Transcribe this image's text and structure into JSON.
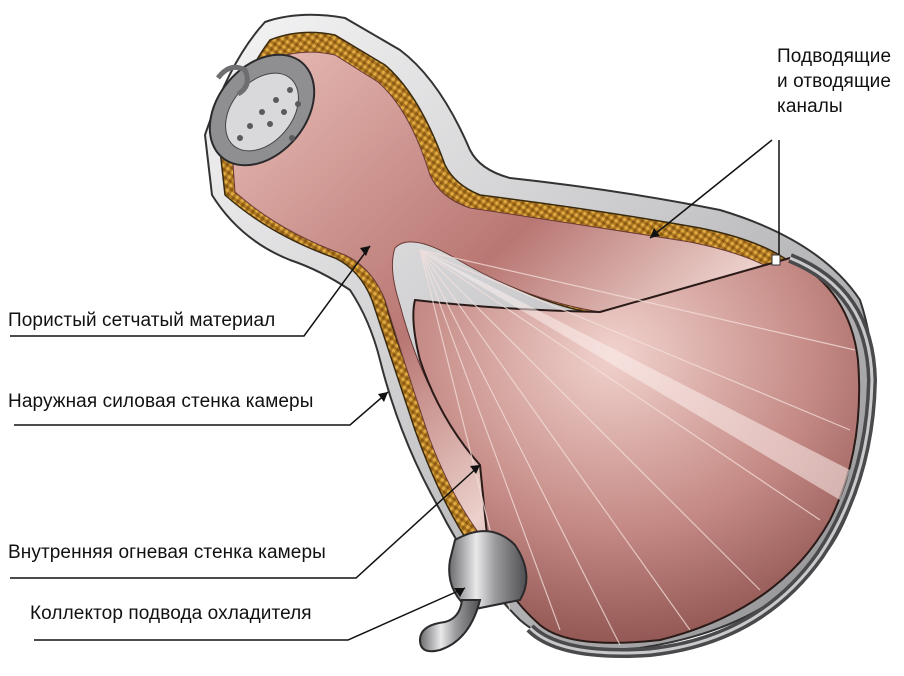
{
  "labels": {
    "channels": [
      "Подводящие",
      "и отводящие",
      "каналы"
    ],
    "porous_material": "Пористый сетчатый материал",
    "outer_wall": "Наружная силовая стенка камеры",
    "inner_wall": "Внутренняя огневая стенка камеры",
    "coolant_collector": "Коллектор подвода охладителя"
  },
  "colors": {
    "mesh": "#c08a2a",
    "inner_wall": "#d8a09a",
    "outer_wall": "#a9a9ab",
    "outline": "#222222"
  }
}
